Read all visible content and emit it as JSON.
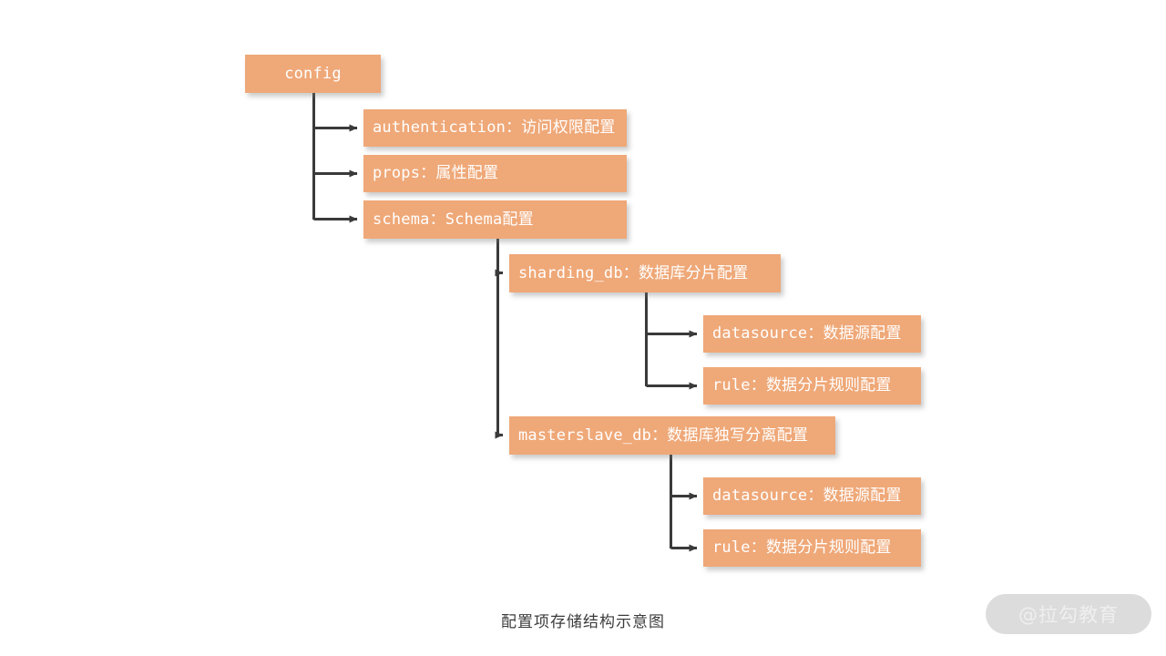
{
  "diagram": {
    "type": "tree",
    "caption": "配置项存储结构示意图",
    "box_color": "#efa878",
    "text_color": "#ffffff",
    "line_color": "#3a3a3a",
    "background": "#ffffff",
    "nodes": [
      {
        "id": "config",
        "label": "config",
        "level": 0,
        "align": "center"
      },
      {
        "id": "authentication",
        "label": "authentication：访问权限配置",
        "level": 1,
        "align": "left"
      },
      {
        "id": "props",
        "label": "props：属性配置",
        "level": 1,
        "align": "left"
      },
      {
        "id": "schema",
        "label": "schema：Schema配置",
        "level": 1,
        "align": "left"
      },
      {
        "id": "sharding_db",
        "label": "sharding_db：数据库分片配置",
        "level": 2,
        "align": "left"
      },
      {
        "id": "sharding_datasource",
        "label": "datasource：数据源配置",
        "level": 3,
        "align": "left"
      },
      {
        "id": "sharding_rule",
        "label": "rule：数据分片规则配置",
        "level": 3,
        "align": "left"
      },
      {
        "id": "masterslave_db",
        "label": "masterslave_db：数据库独写分离配置",
        "level": 2,
        "align": "left"
      },
      {
        "id": "masterslave_datasource",
        "label": "datasource：数据源配置",
        "level": 3,
        "align": "left"
      },
      {
        "id": "masterslave_rule",
        "label": "rule：数据分片规则配置",
        "level": 3,
        "align": "left"
      }
    ],
    "edges": [
      {
        "from": "config",
        "to": "authentication"
      },
      {
        "from": "config",
        "to": "props"
      },
      {
        "from": "config",
        "to": "schema"
      },
      {
        "from": "schema",
        "to": "sharding_db"
      },
      {
        "from": "schema",
        "to": "masterslave_db"
      },
      {
        "from": "sharding_db",
        "to": "sharding_datasource"
      },
      {
        "from": "sharding_db",
        "to": "sharding_rule"
      },
      {
        "from": "masterslave_db",
        "to": "masterslave_datasource"
      },
      {
        "from": "masterslave_db",
        "to": "masterslave_rule"
      }
    ]
  },
  "watermark": {
    "text": "@拉勾教育"
  }
}
